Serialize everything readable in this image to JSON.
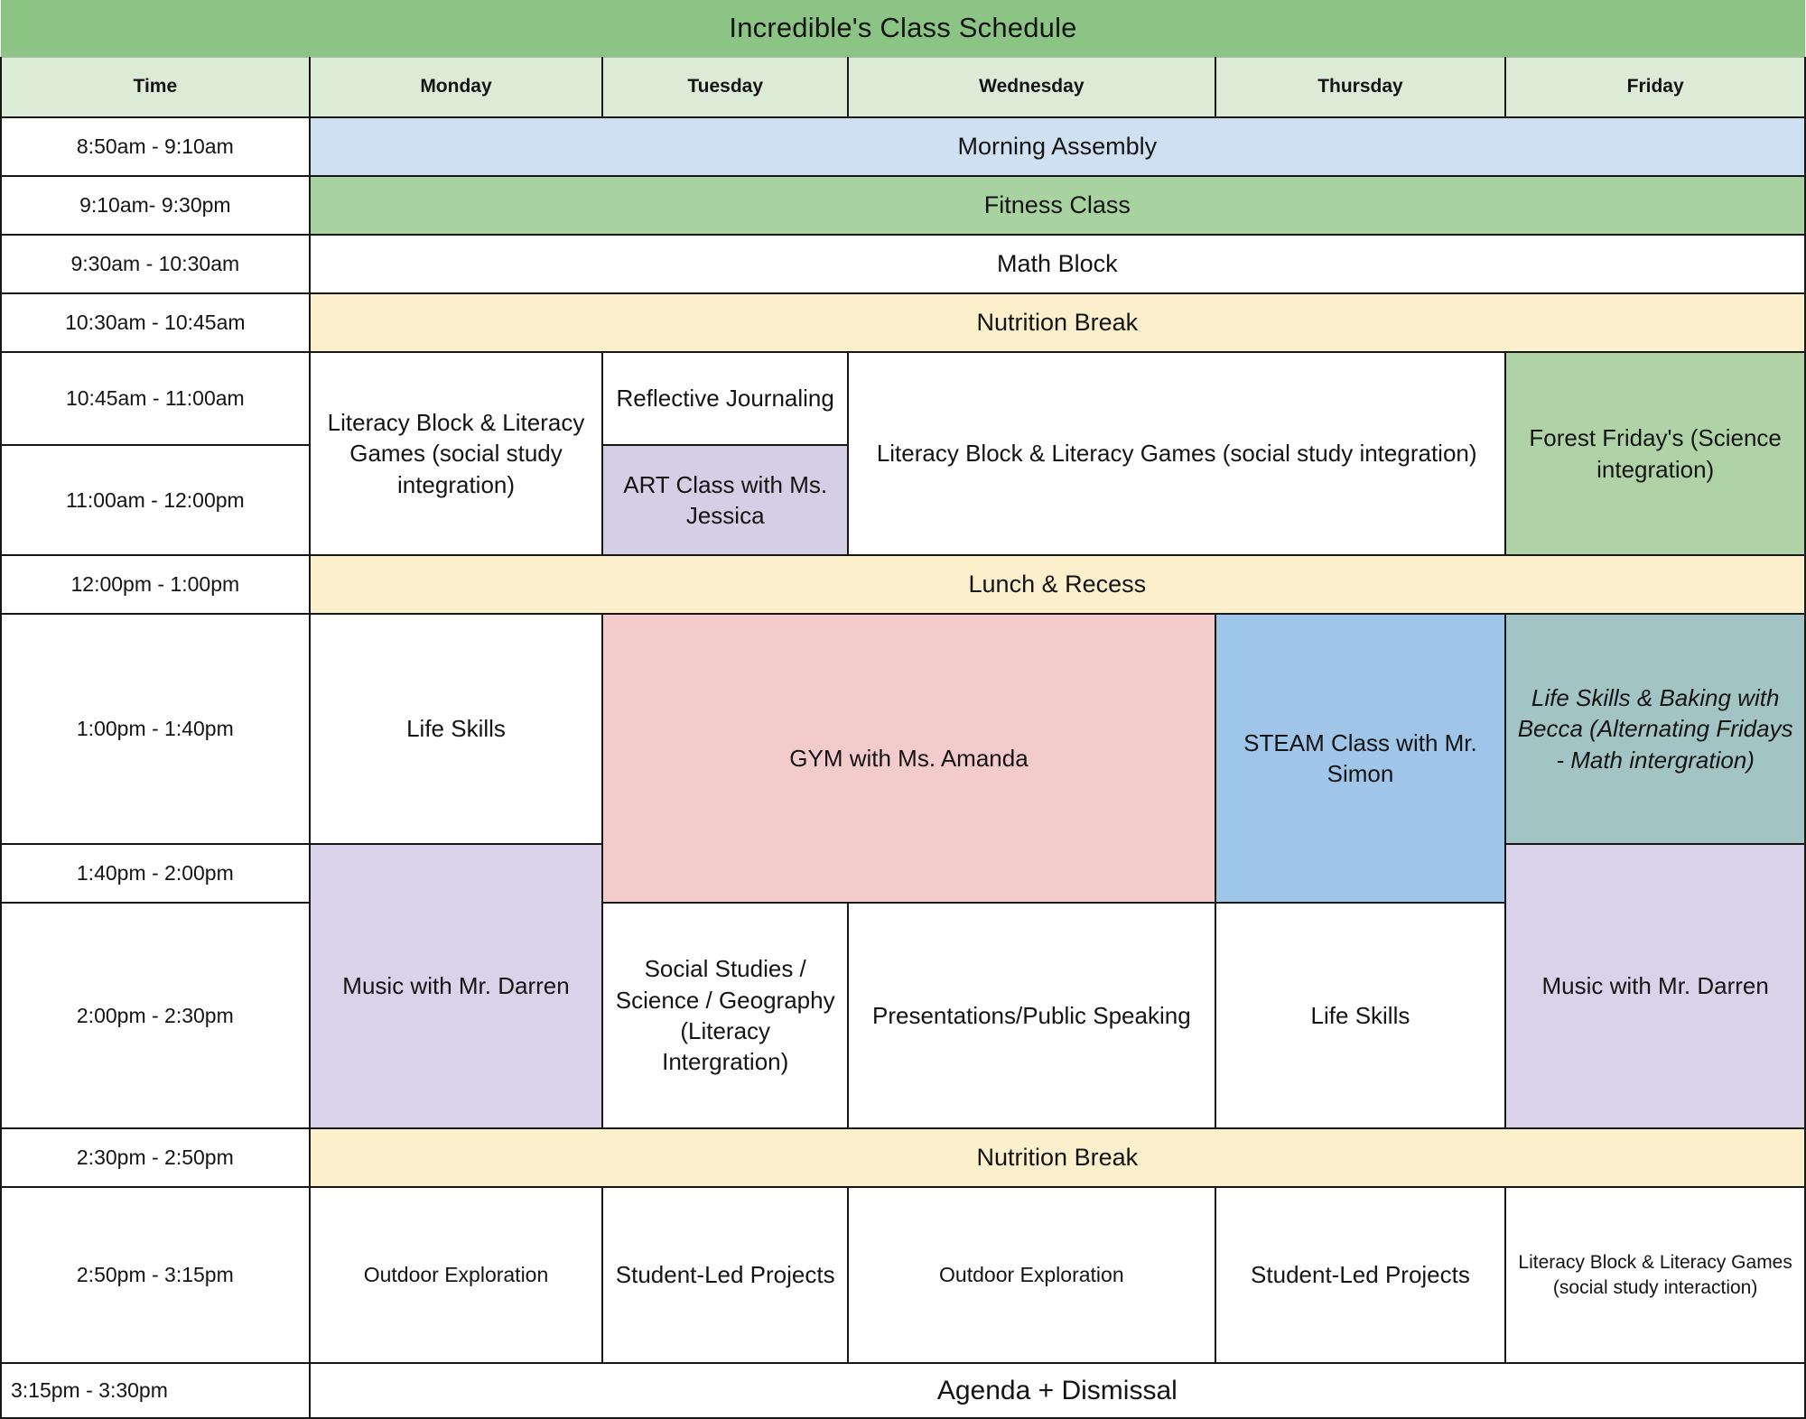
{
  "title": "Incredible's Class Schedule",
  "header": [
    "Time",
    "Monday",
    "Tuesday",
    "Wednesday",
    "Thursday",
    "Friday"
  ],
  "colors": {
    "title_green": "#8CC485",
    "header_green": "#DCEBD6",
    "assembly_blue": "#CFE0F2",
    "fitness_green": "#A8D2A0",
    "break_yellow": "#FCEFCB",
    "white": "#FFFFFF",
    "art_purple": "#D5CEE4",
    "forest_green": "#AFD3A6",
    "gym_pink": "#F3CBCB",
    "steam_blue": "#9FC5E8",
    "baking_teal": "#A2C4C4",
    "music_purple": "#D9D2E9"
  },
  "rows": {
    "r1": {
      "time": "8:50am - 9:10am",
      "all": "Morning Assembly"
    },
    "r2": {
      "time": "9:10am- 9:30pm",
      "all": "Fitness Class"
    },
    "r3": {
      "time": "9:30am - 10:30am",
      "all": "Math Block"
    },
    "r4": {
      "time": "10:30am - 10:45am",
      "all": "Nutrition Break"
    },
    "r5": {
      "time": "10:45am - 11:00am",
      "monday": "Literacy Block & Literacy Games (social study integration)",
      "tuesday": "Reflective Journaling",
      "wed_thu": "Literacy Block & Literacy Games (social study integration)",
      "friday": "Forest Friday's (Science integration)"
    },
    "r6": {
      "time": "11:00am - 12:00pm",
      "tuesday": "ART Class with Ms. Jessica"
    },
    "r7": {
      "time": "12:00pm - 1:00pm",
      "all": "Lunch & Recess"
    },
    "r8": {
      "time": "1:00pm - 1:40pm",
      "monday": "Life Skills",
      "tue_wed": "GYM with Ms. Amanda",
      "thursday": "STEAM Class with Mr. Simon",
      "friday": "Life Skills & Baking with Becca (Alternating Fridays - Math intergration)"
    },
    "r9": {
      "time": "1:40pm - 2:00pm",
      "monday": "Music with Mr. Darren",
      "friday": "Music with Mr. Darren"
    },
    "r10": {
      "time": "2:00pm - 2:30pm",
      "tuesday": "Social Studies / Science / Geography (Literacy Intergration)",
      "wednesday": "Presentations/Public Speaking",
      "thursday": "Life Skills"
    },
    "r11": {
      "time": "2:30pm - 2:50pm",
      "all": "Nutrition Break"
    },
    "r12": {
      "time": "2:50pm - 3:15pm",
      "monday": "Outdoor Exploration",
      "tuesday": "Student-Led Projects",
      "wednesday": "Outdoor Exploration",
      "thursday": "Student-Led Projects",
      "friday": "Literacy Block & Literacy Games (social study interaction)"
    },
    "r13": {
      "time": "3:15pm - 3:30pm",
      "all": "Agenda + Dismissal"
    }
  }
}
